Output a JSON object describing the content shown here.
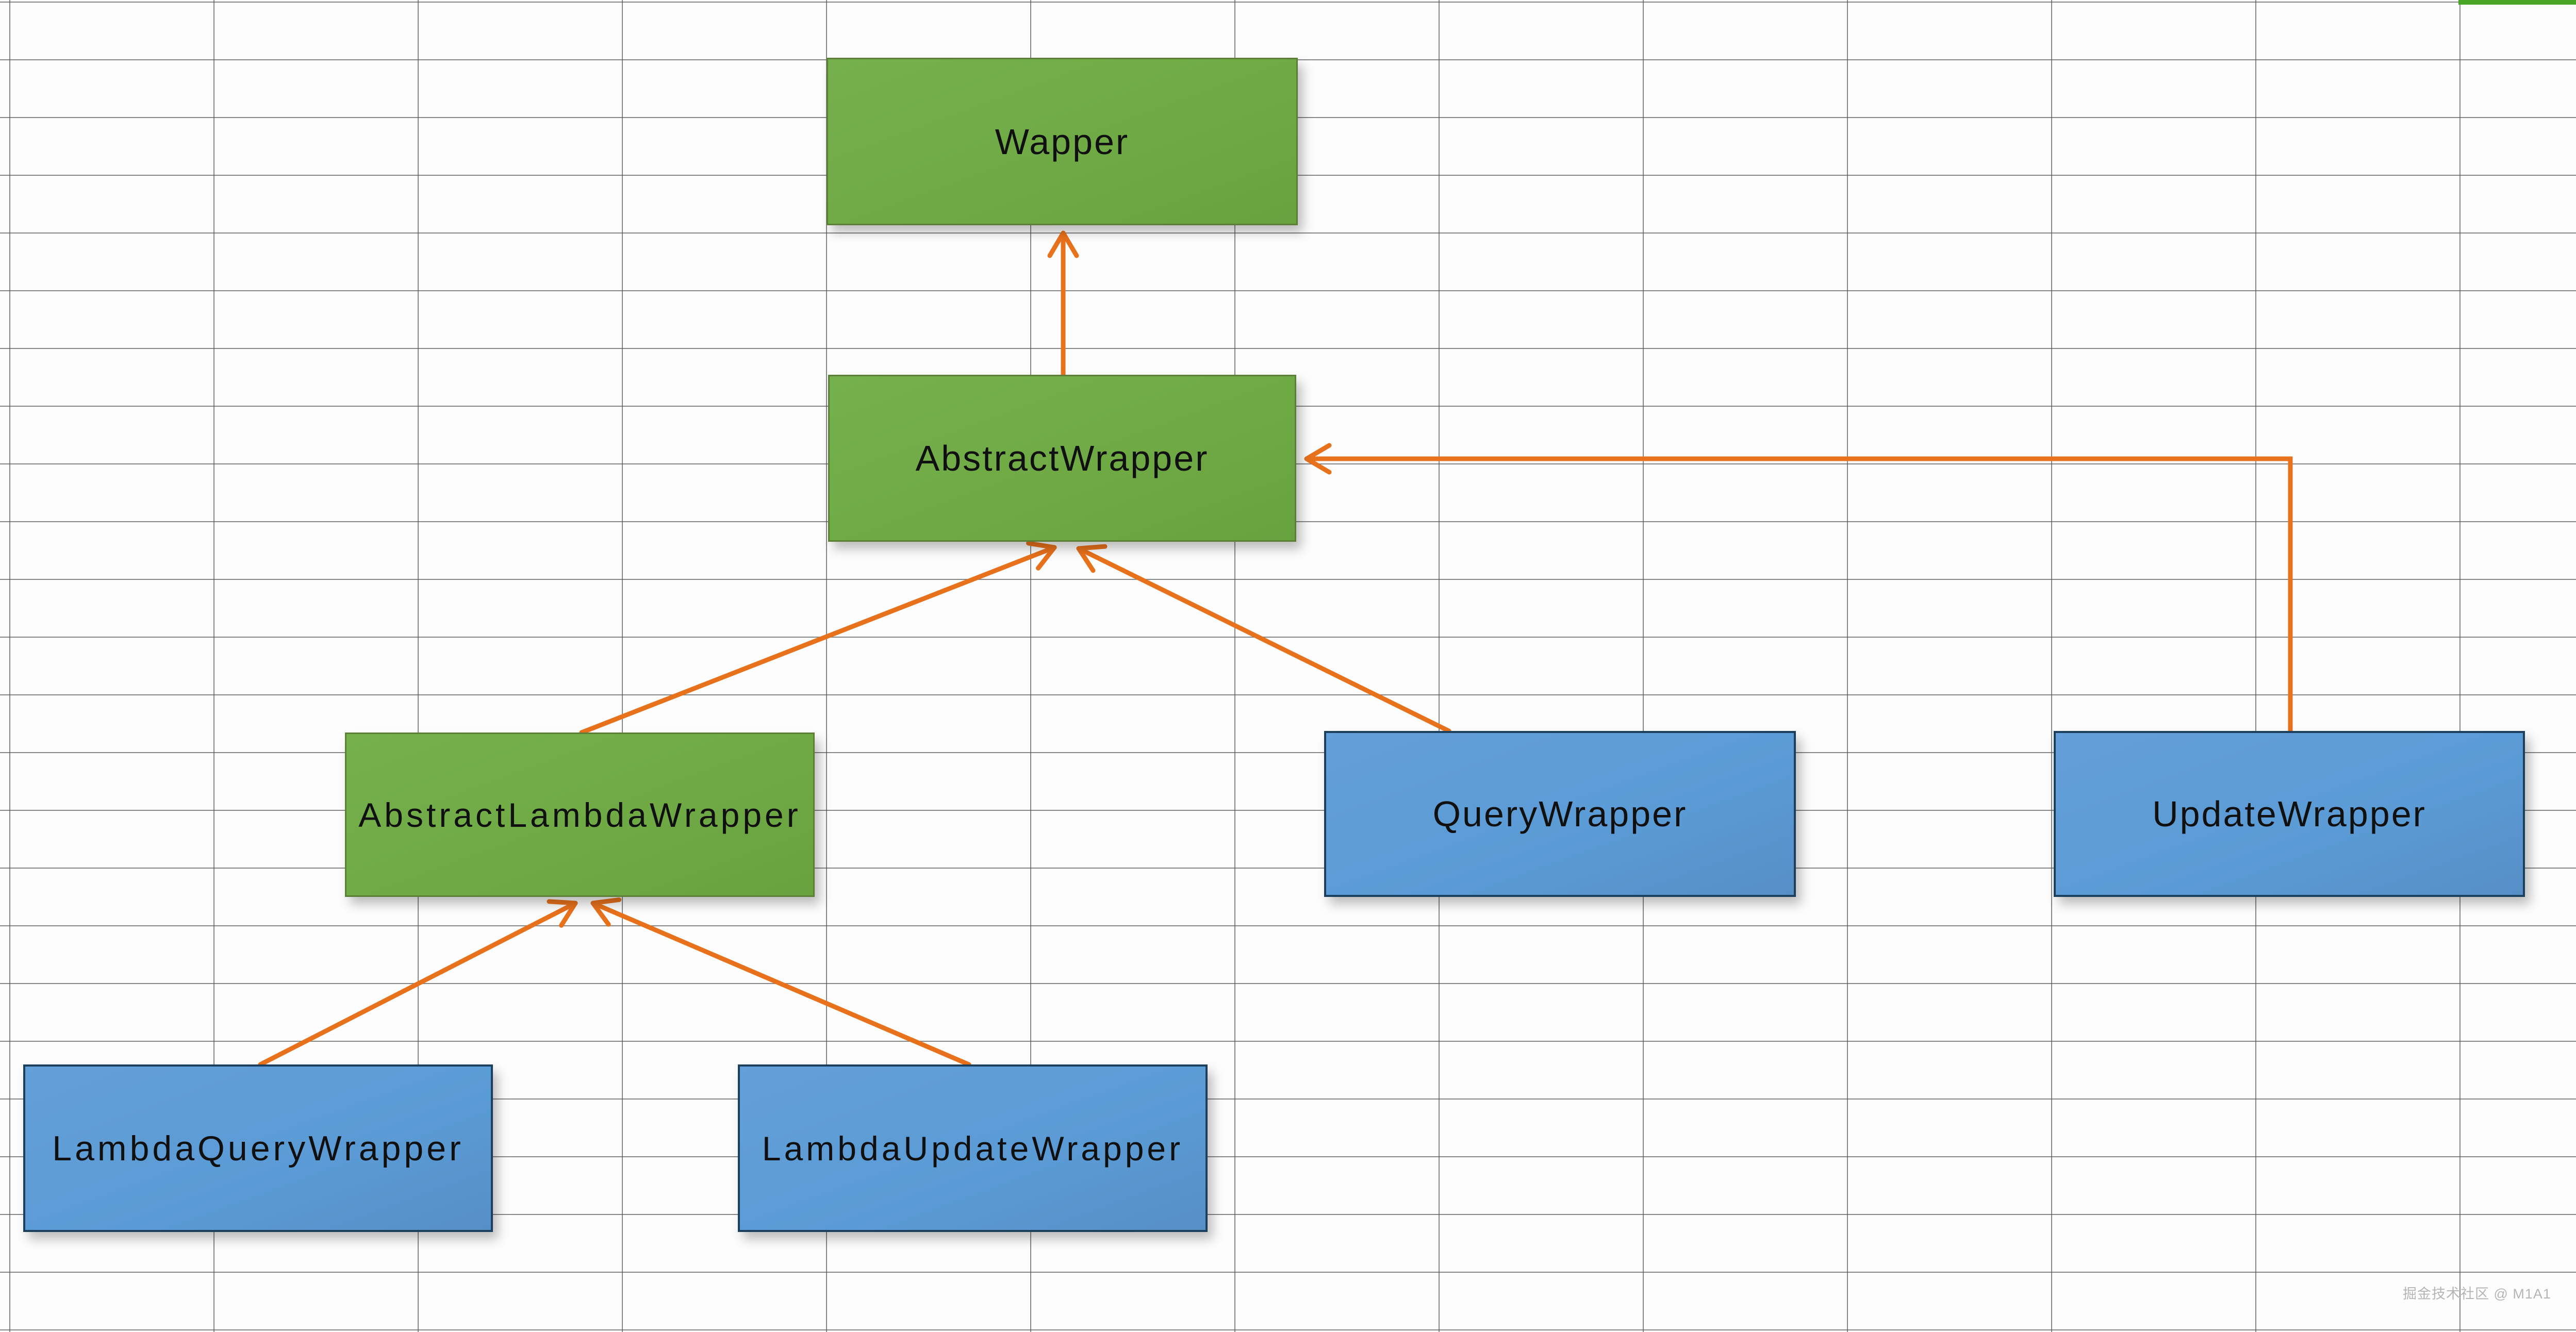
{
  "diagram": {
    "nodes": [
      {
        "id": "wrapper",
        "label": "Wapper",
        "style": "green"
      },
      {
        "id": "abstract-wrapper",
        "label": "AbstractWrapper",
        "style": "green"
      },
      {
        "id": "abstract-lambda",
        "label": "AbstractLambdaWrapper",
        "style": "green"
      },
      {
        "id": "query-wrapper",
        "label": "QueryWrapper",
        "style": "blue"
      },
      {
        "id": "update-wrapper",
        "label": "UpdateWrapper",
        "style": "blue"
      },
      {
        "id": "lambda-query",
        "label": "LambdaQueryWrapper",
        "style": "blue"
      },
      {
        "id": "lambda-update",
        "label": "LambdaUpdateWrapper",
        "style": "blue"
      }
    ],
    "edges": [
      {
        "from": "AbstractWrapper",
        "to": "Wapper",
        "kind": "extends"
      },
      {
        "from": "AbstractLambdaWrapper",
        "to": "AbstractWrapper",
        "kind": "extends"
      },
      {
        "from": "QueryWrapper",
        "to": "AbstractWrapper",
        "kind": "extends"
      },
      {
        "from": "UpdateWrapper",
        "to": "AbstractWrapper",
        "kind": "extends"
      },
      {
        "from": "LambdaQueryWrapper",
        "to": "AbstractLambdaWrapper",
        "kind": "extends"
      },
      {
        "from": "LambdaUpdateWrapper",
        "to": "AbstractLambdaWrapper",
        "kind": "extends"
      }
    ],
    "colors": {
      "green_fill": "#6FAA45",
      "green_border": "#5D7E37",
      "blue_fill": "#5B9BD5",
      "blue_border": "#1C3F5E",
      "arrow": "#E8711C",
      "grid_line": "#555555",
      "background": "#FDFDFD",
      "corner_bar": "#47A424",
      "watermark": "#B5B5B5"
    }
  },
  "watermark": {
    "text": "掘金技术社区 @ M1A1"
  }
}
